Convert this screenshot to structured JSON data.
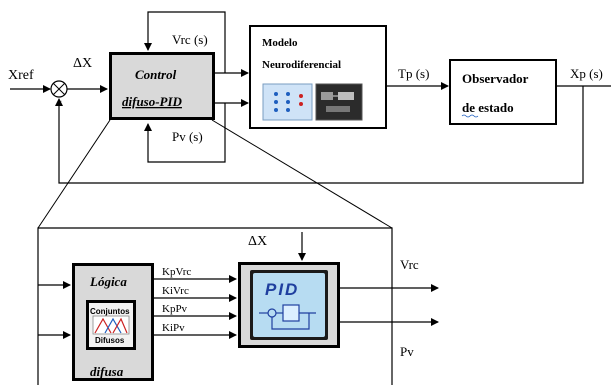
{
  "labels": {
    "xref": "Xref",
    "delta_x_top": "ΔX",
    "vrc_top": "Vrc (s)",
    "pv_top": "Pv (s)",
    "tp": "Tp (s)",
    "xp": "Xp (s)",
    "minus": "−",
    "delta_x_bottom": "ΔX",
    "vrc_bottom": "Vrc",
    "pv_bottom": "Pv",
    "kpvrc": "KpVrc",
    "kivrc": "KiVrc",
    "kppv": "KpPv",
    "kipv": "KiPv"
  },
  "blocks": {
    "control_line1": "Control",
    "control_line2": "difuso-PID",
    "modelo_line1": "Modelo",
    "modelo_line2": "Neurodiferencial",
    "observador_line1": "Observador",
    "observador_line2": "de estado",
    "logica": "Lógica",
    "conjuntos_line1": "Conjuntos",
    "conjuntos_line2": "Difusos",
    "difusa": "difusa",
    "pid": "PID"
  },
  "colors": {
    "line": "#000000",
    "control_fill": "#d9d9d9",
    "logica_fill": "#d9d9d9",
    "pid_outer": "#d9d9d9",
    "pid_inner": "#b7dcf2",
    "pid_text": "#1f3f9f",
    "thumb_blue": "#cfe3f7",
    "thumb_dark": "#2b2b2b",
    "membership_red": "#cc2222",
    "membership_blue": "#1f5fbf"
  }
}
